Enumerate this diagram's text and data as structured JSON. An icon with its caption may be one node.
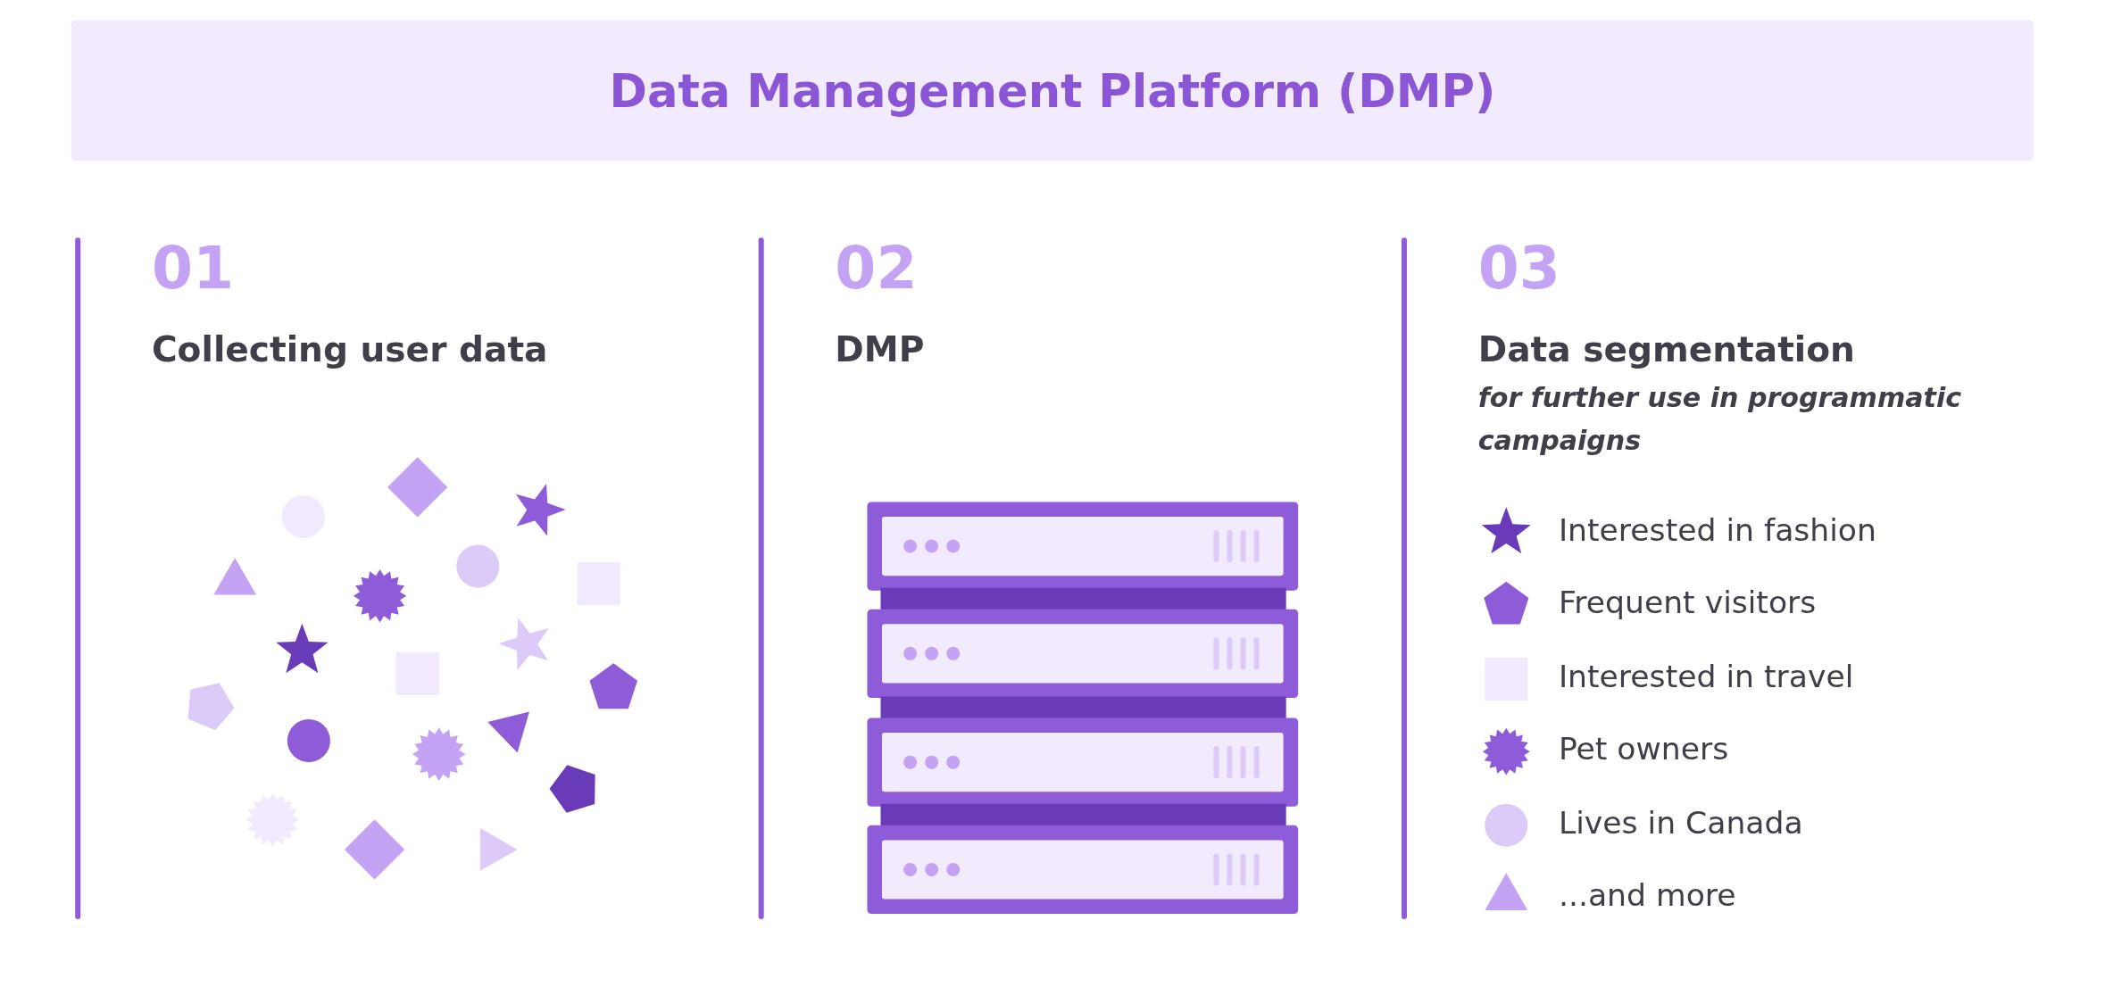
{
  "diagram": {
    "title": "Data Management Platform (DMP)",
    "labels": [
      "01",
      "Collecting user data",
      "02",
      "DMP",
      "03",
      "Data segmentation",
      "for further use in programmatic campaigns"
    ],
    "legend": [
      {
        "text": "Interested in fashion"
      },
      {
        "text": "Frequent visitors"
      },
      {
        "text": "Interested in travel"
      },
      {
        "text": "Pet owners"
      },
      {
        "text": "Lives in Canada"
      },
      {
        "text": "...and more"
      }
    ]
  }
}
